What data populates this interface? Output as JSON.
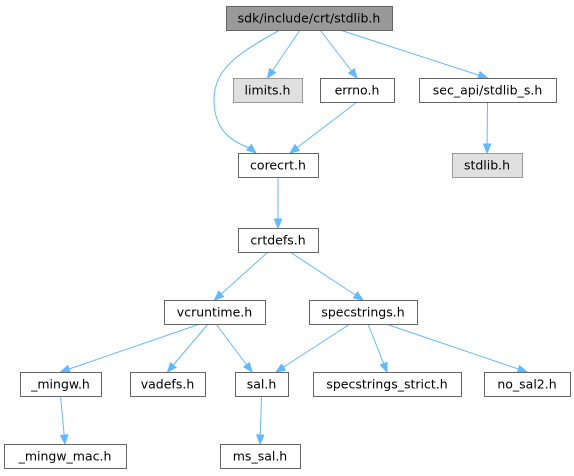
{
  "graph": {
    "nodes": {
      "stdlib_h": {
        "label": "sdk/include/crt/stdlib.h",
        "style": "root"
      },
      "limits_h": {
        "label": "limits.h",
        "style": "gray"
      },
      "errno_h": {
        "label": "errno.h",
        "style": "plain"
      },
      "stdlib_s_h": {
        "label": "sec_api/stdlib_s.h",
        "style": "plain"
      },
      "corecrt_h": {
        "label": "corecrt.h",
        "style": "plain"
      },
      "stdlib_h2": {
        "label": "stdlib.h",
        "style": "gray"
      },
      "crtdefs_h": {
        "label": "crtdefs.h",
        "style": "plain"
      },
      "vcruntime_h": {
        "label": "vcruntime.h",
        "style": "plain"
      },
      "specstrings_h": {
        "label": "specstrings.h",
        "style": "plain"
      },
      "mingw_h": {
        "label": "_mingw.h",
        "style": "plain"
      },
      "vadefs_h": {
        "label": "vadefs.h",
        "style": "plain"
      },
      "sal_h": {
        "label": "sal.h",
        "style": "plain"
      },
      "specstrings_strict_h": {
        "label": "specstrings_strict.h",
        "style": "plain"
      },
      "no_sal2_h": {
        "label": "no_sal2.h",
        "style": "plain"
      },
      "mingw_mac_h": {
        "label": "_mingw_mac.h",
        "style": "plain"
      },
      "ms_sal_h": {
        "label": "ms_sal.h",
        "style": "plain"
      }
    },
    "edges": [
      [
        "stdlib_h",
        "limits_h"
      ],
      [
        "stdlib_h",
        "errno_h"
      ],
      [
        "stdlib_h",
        "stdlib_s_h"
      ],
      [
        "stdlib_h",
        "corecrt_h"
      ],
      [
        "errno_h",
        "corecrt_h"
      ],
      [
        "stdlib_s_h",
        "stdlib_h2"
      ],
      [
        "corecrt_h",
        "crtdefs_h"
      ],
      [
        "crtdefs_h",
        "vcruntime_h"
      ],
      [
        "crtdefs_h",
        "specstrings_h"
      ],
      [
        "vcruntime_h",
        "mingw_h"
      ],
      [
        "vcruntime_h",
        "vadefs_h"
      ],
      [
        "vcruntime_h",
        "sal_h"
      ],
      [
        "specstrings_h",
        "sal_h"
      ],
      [
        "specstrings_h",
        "specstrings_strict_h"
      ],
      [
        "specstrings_h",
        "no_sal2_h"
      ],
      [
        "mingw_h",
        "mingw_mac_h"
      ],
      [
        "sal_h",
        "ms_sal_h"
      ]
    ]
  }
}
